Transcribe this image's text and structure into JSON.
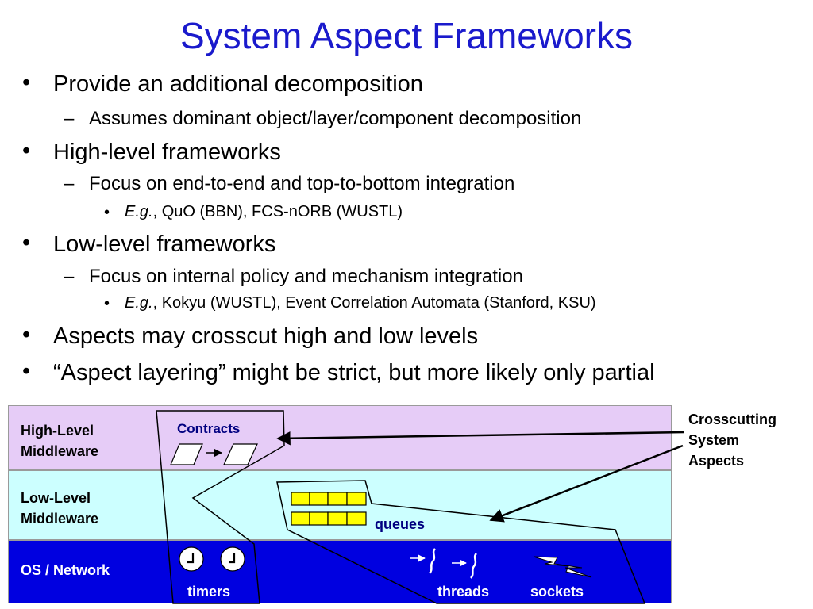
{
  "slide": {
    "title": "System Aspect Frameworks",
    "bullet_marker": "•",
    "dash_marker": "–",
    "bullets": [
      {
        "level": 1,
        "text": "Provide an additional decomposition"
      },
      {
        "level": 2,
        "text": "Assumes dominant object/layer/component decomposition"
      },
      {
        "level": 1,
        "text": "High-level frameworks"
      },
      {
        "level": 2,
        "text": "Focus on end-to-end and top-to-bottom integration"
      },
      {
        "level": 3,
        "italic": "E.g.",
        "text": ", QuO (BBN), FCS-nORB (WUSTL)"
      },
      {
        "level": 1,
        "text": "Low-level frameworks"
      },
      {
        "level": 2,
        "text": "Focus on internal policy and mechanism integration"
      },
      {
        "level": 3,
        "italic": "E.g.",
        "text": ", Kokyu (WUSTL), Event Correlation Automata (Stanford, KSU)"
      },
      {
        "level": 1,
        "text": "Aspects may crosscut high and low levels"
      },
      {
        "level": 1,
        "text": "“Aspect layering” might be strict, but more likely only partial"
      }
    ]
  },
  "diagram": {
    "layers": {
      "high": [
        "High-Level",
        "Middleware"
      ],
      "low": [
        "Low-Level",
        "Middleware"
      ],
      "os": "OS / Network"
    },
    "crosscutting": [
      "Crosscutting",
      "System",
      "Aspects"
    ],
    "labels": {
      "contracts": "Contracts",
      "queues": "queues",
      "timers": "timers",
      "threads": "threads",
      "sockets": "sockets"
    },
    "colors": {
      "title": "#1a1acc",
      "high_band": "#e6ccf7",
      "low_band": "#ccffff",
      "os_band": "#0000e0",
      "queue_cell": "#ffff00"
    }
  }
}
